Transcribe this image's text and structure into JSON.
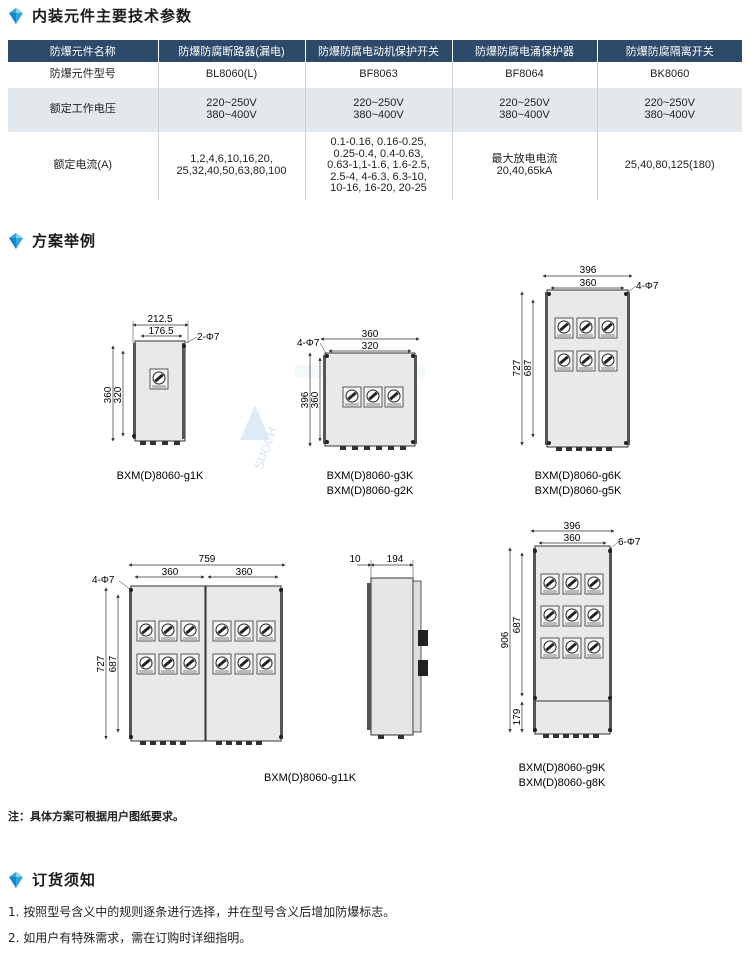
{
  "section1": {
    "title": "内装元件主要技术参数"
  },
  "spec_table": {
    "headers": [
      "防爆元件名称",
      "防爆防腐断路器(漏电)",
      "防爆防腐电动机保护开关",
      "防爆防腐电涌保护器",
      "防爆防腐隔离开关"
    ],
    "rows": [
      {
        "label": "防爆元件型号",
        "cells": [
          "BL8060(L)",
          "BF8063",
          "BF8064",
          "BK8060"
        ]
      },
      {
        "label": "额定工作电压",
        "cells": [
          "220~250V\n380~400V",
          "220~250V\n380~400V",
          "220~250V\n380~400V",
          "220~250V\n380~400V"
        ]
      },
      {
        "label": "额定电流(A)",
        "cells": [
          "1,2,4,6,10,16,20,\n25,32,40,50,63,80,100",
          "0.1-0.16, 0.16-0.25,\n0.25-0.4, 0.4-0.63,\n0.63-1,1-1.6, 1.6-2.5,\n2.5-4, 4-6.3, 6.3-10,\n10-16, 16-20, 20-25",
          "最大放电电流\n20,40,65kA",
          "25,40,80,125(180)"
        ]
      }
    ]
  },
  "section2": {
    "title": "方案举例"
  },
  "drawings": {
    "g1k": {
      "dims": [
        "212.5",
        "176.5",
        "2-Φ7",
        "360",
        "320"
      ],
      "caption": [
        "BXM(D)8060-g1K"
      ]
    },
    "g3k": {
      "dims": [
        "360",
        "320",
        "4-Φ7",
        "396",
        "360"
      ],
      "caption": [
        "BXM(D)8060-g3K",
        "BXM(D)8060-g2K"
      ]
    },
    "g6k": {
      "dims": [
        "396",
        "360",
        "4-Φ7",
        "727",
        "687"
      ],
      "caption": [
        "BXM(D)8060-g6K",
        "BXM(D)8060-g5K"
      ]
    },
    "g11k": {
      "dims": [
        "759",
        "360",
        "360",
        "4-Φ7",
        "727",
        "687"
      ],
      "caption": [
        "BXM(D)8060-g11K"
      ]
    },
    "side": {
      "dims": [
        "10",
        "194"
      ]
    },
    "g9k": {
      "dims": [
        "396",
        "360",
        "6-Φ7",
        "906",
        "687",
        "179"
      ],
      "caption": [
        "BXM(D)8060-g9K",
        "BXM(D)8060-g8K"
      ]
    },
    "watermark": "SUOCH"
  },
  "note": "注：具体方案可根据用户图纸要求。",
  "section3": {
    "title": "订货须知"
  },
  "order_notes": [
    "1. 按照型号含义中的规则逐条进行选择，并在型号含义后增加防爆标志。",
    "2. 如用户有特殊需求，需在订购时详细指明。"
  ],
  "colors": {
    "header_bg": "#2d4a6b",
    "row_alt": "#e3e8ed",
    "gem": "#2aa7e0"
  }
}
